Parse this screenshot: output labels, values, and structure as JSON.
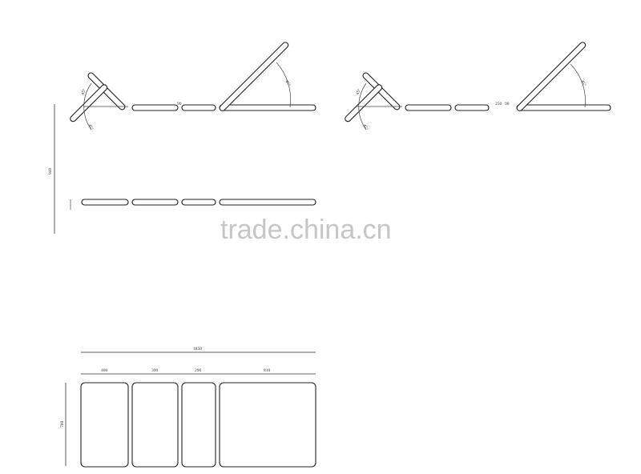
{
  "watermark": "trade.china.cn",
  "dimensions": {
    "total_length": "1850",
    "section_1": "400",
    "section_2": "390",
    "section_3": "290",
    "section_4": "810",
    "width": "700",
    "height": "940",
    "gap": "250",
    "gap_2": "90"
  },
  "angles": {
    "head_up": "45°",
    "head_down": "45°",
    "back": "45°"
  }
}
